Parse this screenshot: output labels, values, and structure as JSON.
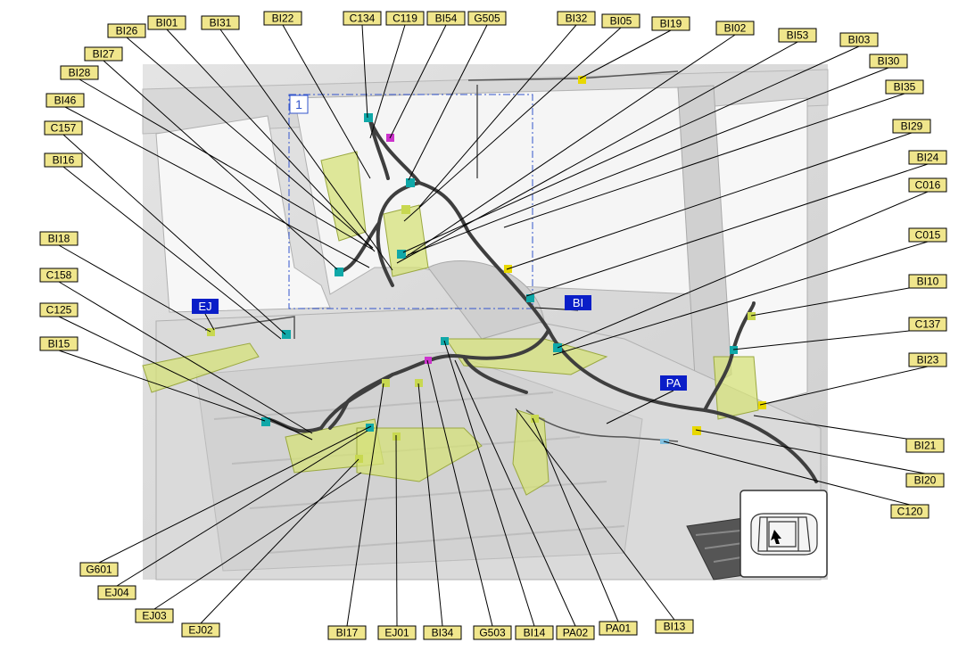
{
  "connectors": [
    {
      "text": "BI26"
    },
    {
      "text": "BI01"
    },
    {
      "text": "BI31"
    },
    {
      "text": "BI22"
    },
    {
      "text": "C134"
    },
    {
      "text": "C119"
    },
    {
      "text": "BI54"
    },
    {
      "text": "G505"
    },
    {
      "text": "BI32"
    },
    {
      "text": "BI05"
    },
    {
      "text": "BI19"
    },
    {
      "text": "BI02"
    },
    {
      "text": "BI53"
    },
    {
      "text": "BI03"
    },
    {
      "text": "BI30"
    },
    {
      "text": "BI35"
    },
    {
      "text": "BI29"
    },
    {
      "text": "BI24"
    },
    {
      "text": "C016"
    },
    {
      "text": "C015"
    },
    {
      "text": "BI10"
    },
    {
      "text": "C137"
    },
    {
      "text": "BI23"
    },
    {
      "text": "BI21"
    },
    {
      "text": "BI20"
    },
    {
      "text": "C120"
    },
    {
      "text": "BI27"
    },
    {
      "text": "BI28"
    },
    {
      "text": "BI46"
    },
    {
      "text": "C157"
    },
    {
      "text": "BI16"
    },
    {
      "text": "BI18"
    },
    {
      "text": "C158"
    },
    {
      "text": "C125"
    },
    {
      "text": "BI15"
    },
    {
      "text": "G601"
    },
    {
      "text": "EJ04"
    },
    {
      "text": "EJ03"
    },
    {
      "text": "EJ02"
    },
    {
      "text": "BI17"
    },
    {
      "text": "EJ01"
    },
    {
      "text": "BI34"
    },
    {
      "text": "G503"
    },
    {
      "text": "BI14"
    },
    {
      "text": "PA02"
    },
    {
      "text": "PA01"
    },
    {
      "text": "BI13"
    }
  ],
  "harness_tags": [
    {
      "text": "EJ"
    },
    {
      "text": "BI"
    },
    {
      "text": "PA"
    }
  ],
  "detail_label": "1",
  "colors": {
    "label_fill": "#f0e68c",
    "harness_tag_fill": "#0a1ec8",
    "detail_frame": "#3355cc",
    "harness": "#404040",
    "connector_green": "#c8d850",
    "connector_teal": "#10a8a8"
  }
}
